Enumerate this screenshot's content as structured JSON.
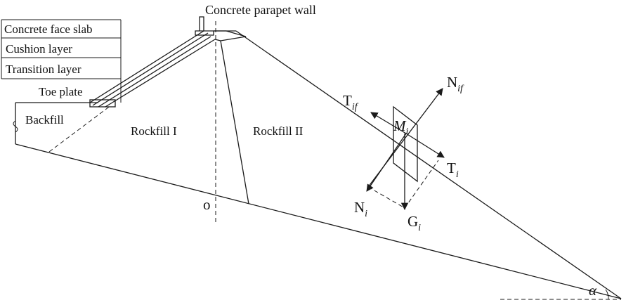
{
  "diagram": {
    "labels": {
      "parapet_wall": "Concrete parapet wall",
      "face_slab": "Concrete face slab",
      "cushion_layer": "Cushion layer",
      "transition_layer": "Transition layer",
      "toe_plate": "Toe plate",
      "backfill": "Backfill",
      "rockfill_1": "Rockfill I",
      "rockfill_2": "Rockfill II",
      "origin": "o",
      "angle": "α"
    },
    "forces": {
      "mass": {
        "main": "M",
        "sub": "i"
      },
      "shear_f": {
        "main": "T",
        "sub": "if"
      },
      "normal_f": {
        "main": "N",
        "sub": "if"
      },
      "shear": {
        "main": "T",
        "sub": "i"
      },
      "normal": {
        "main": "N",
        "sub": "i"
      },
      "gravity": {
        "main": "G",
        "sub": "i"
      }
    }
  }
}
